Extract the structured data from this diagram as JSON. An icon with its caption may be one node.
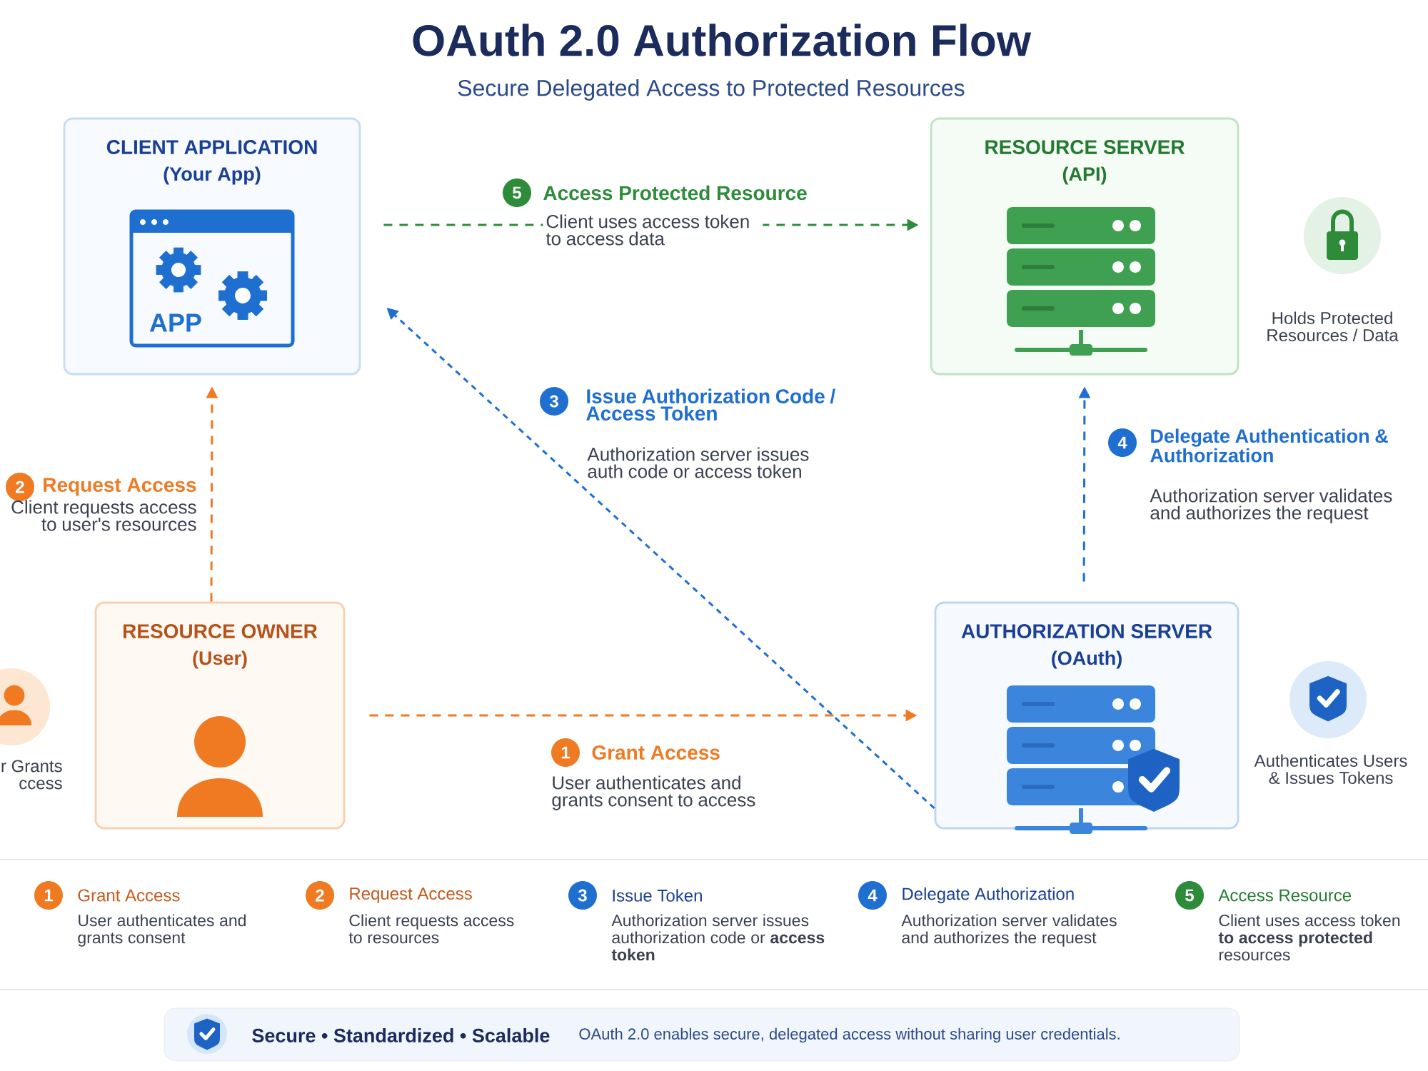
{
  "diagram": {
    "title": "OAuth 2.0 Authorization Flow",
    "nodes": [
      {
        "text": [
          "CLIENT APPLICATION",
          "(Your App)",
          "APP"
        ]
      },
      {
        "text": [
          "RESOURCE SERVER",
          "(API)"
        ],
        "beside": [
          "Holds Protected Resources / Data"
        ]
      },
      {
        "text": [
          "RESOURCE OWNER",
          "(User)"
        ],
        "beside": [
          "r Grants ccess"
        ]
      },
      {
        "text": [
          "AUTHORIZATION SERVER",
          "(OAuth)"
        ],
        "beside": [
          "Authenticates Users & Issues Tokens"
        ]
      }
    ],
    "edges": [
      {
        "from": 0,
        "to": 1,
        "arrow": "to",
        "label": "Access Protected Resource",
        "style": "dashed",
        "color": "#2e8b3a"
      },
      {
        "from": 3,
        "to": 0,
        "arrow": "to",
        "label": "Issue Authorization Code / Access Token",
        "style": "dashed",
        "color": "#1f6fd1"
      },
      {
        "from": 2,
        "to": 0,
        "arrow": "to",
        "label": "Request Access",
        "style": "dashed",
        "color": "#f07a22"
      },
      {
        "from": 3,
        "to": 1,
        "arrow": "to",
        "label": "Delegate Authentication & Authorization",
        "style": "dashed",
        "color": "#1f6fd1"
      },
      {
        "from": 2,
        "to": 3,
        "arrow": "to",
        "label": "Grant Access",
        "style": "dashed",
        "color": "#f07a22"
      }
    ],
    "labels": [
      "Secure Delegated Access to Protected Resources",
      "5",
      "Client uses access token to access data",
      "3",
      "Authorization server issues auth code or access token",
      "2",
      "Client requests access to user's resources",
      "4",
      "Authorization server validates and authorizes the request",
      "1",
      "User authenticates and grants consent to access",
      "1",
      "Grant Access",
      "User authenticates and grants consent",
      "2",
      "Request Access",
      "Client requests access to resources",
      "3",
      "Issue Token",
      "Authorization server issues authorization code or **access token**",
      "4",
      "Delegate Authorization",
      "Authorization server validates and authorizes the request",
      "5",
      "Access Resource",
      "Client uses access token **to access protected** resources",
      "Secure • Standardized • Scalable",
      "OAuth 2.0 enables secure, delegated access without sharing user credentials."
    ]
  }
}
